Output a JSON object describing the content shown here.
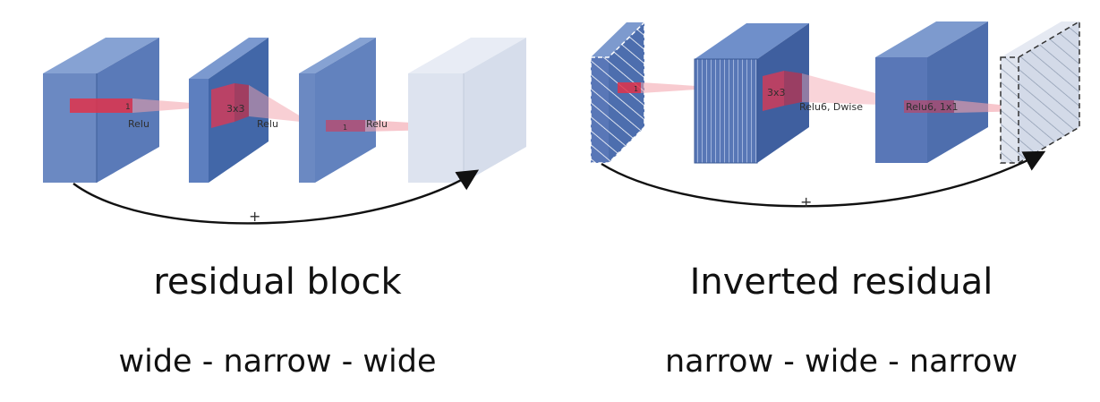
{
  "left_block": {
    "title": "residual block",
    "subtitle": "wide - narrow - wide",
    "labels": {
      "kernel_1": "1",
      "relu_1": "Relu",
      "kernel_3x3": "3x3",
      "relu_2": "Relu",
      "kernel_1b": "1",
      "relu_3": "Relu",
      "plus": "+"
    }
  },
  "right_block": {
    "title": "Inverted residual",
    "subtitle": "narrow - wide - narrow",
    "labels": {
      "kernel_1": "1",
      "kernel_3x3": "3x3",
      "relu6_dwise": "Relu6, Dwise",
      "relu6_1x1": "Relu6, 1x1",
      "plus": "+"
    }
  },
  "colors": {
    "tensor_front": "#6b89c2",
    "tensor_side": "#4e6ead",
    "tensor_top": "#86a2d3",
    "tensor_light": "#dde3ef",
    "kernel_red": "#e0334a",
    "skip_arrow": "#111111"
  }
}
